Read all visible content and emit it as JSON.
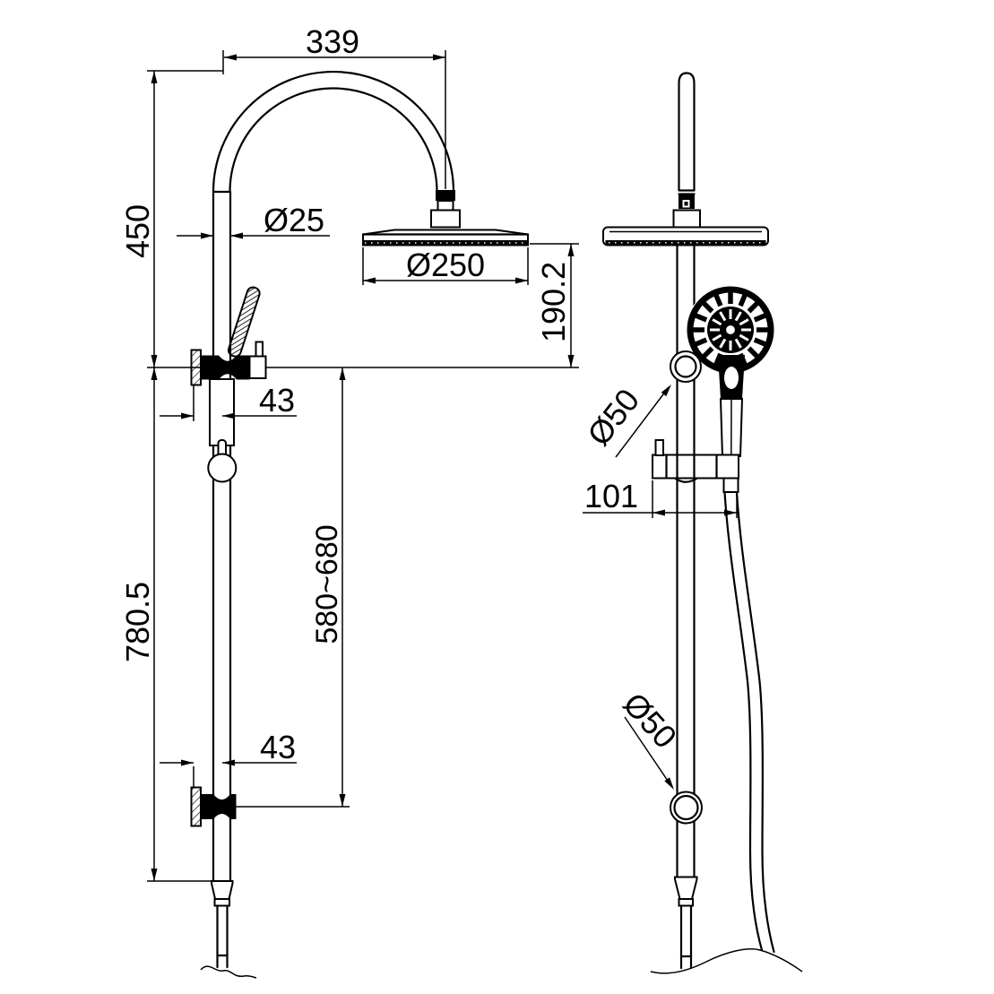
{
  "drawing": {
    "type": "technical-drawing",
    "subject": "twin shower column with overhead rain shower and handheld shower, front and side views",
    "colors": {
      "line": "#000000",
      "background": "#ffffff"
    }
  },
  "dimensions": {
    "arm_width": "339",
    "upper_height": "450",
    "pipe_diameter": "Ø25",
    "head_diameter": "Ø250",
    "head_drop": "190.2",
    "bracket_offset_top": "43",
    "lower_height": "780.5",
    "adjustable_range": "580~680",
    "bracket_offset_bottom": "43",
    "holder_depth": "101",
    "knob_diameter_top": "Ø50",
    "knob_diameter_bottom": "Ø50"
  }
}
